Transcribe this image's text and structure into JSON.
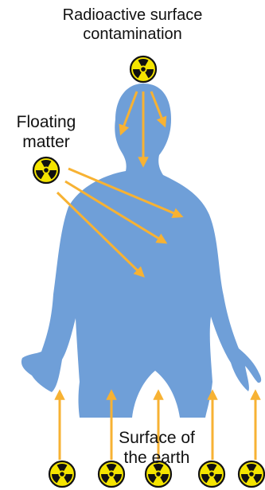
{
  "labels": {
    "surface_contamination": [
      "Radioactive surface",
      "contamination"
    ],
    "floating_matter": [
      "Floating",
      "matter"
    ],
    "earth_surface": [
      "Surface of",
      "the earth"
    ]
  },
  "icons": {
    "body": "human-silhouette",
    "source": "radiation-trefoil-icon",
    "arrow": "arrow"
  },
  "colors": {
    "body": "#6f9fd8",
    "arrow": "#f7b233",
    "trefoil_fill": "#f5e500",
    "trefoil_mark": "#111111",
    "text": "#111111"
  }
}
